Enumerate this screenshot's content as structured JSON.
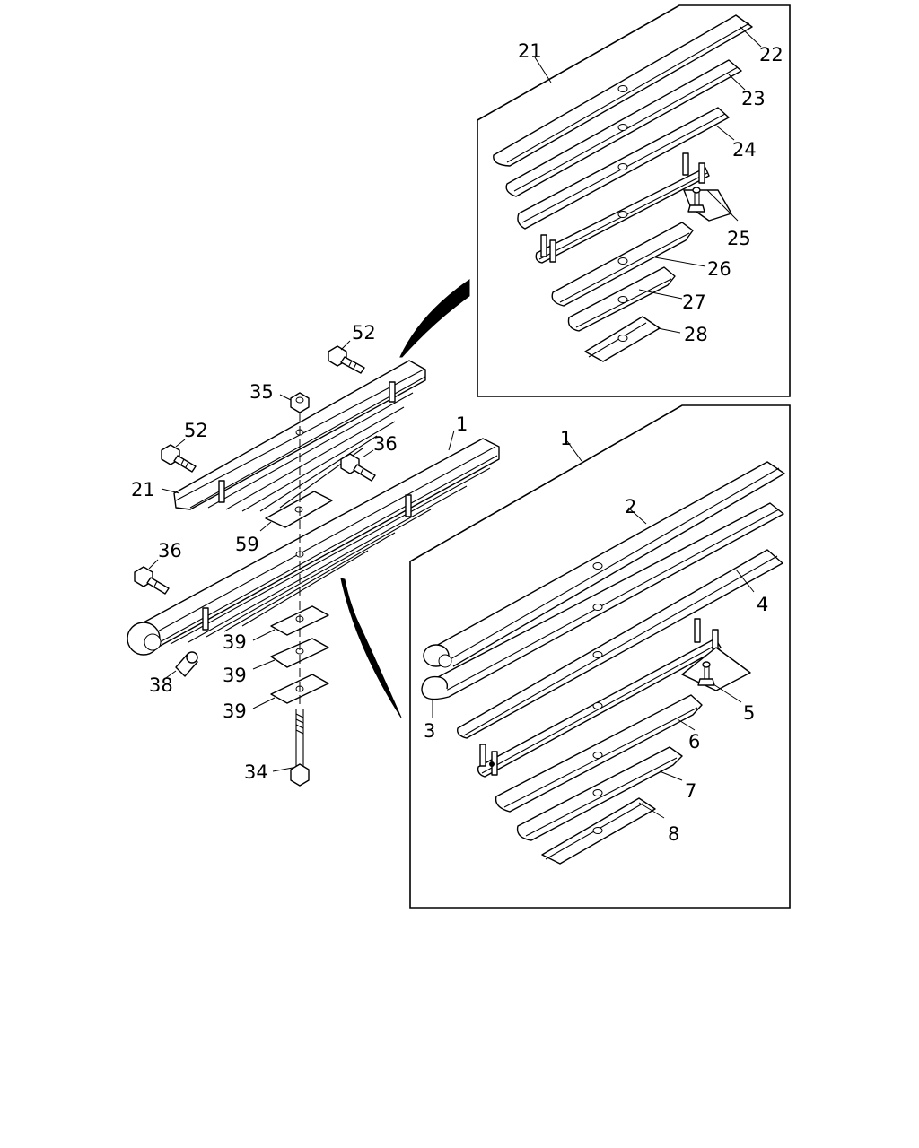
{
  "diagram": {
    "callouts": {
      "c1_main": "1",
      "c1_box": "1",
      "c2": "2",
      "c3": "3",
      "c4": "4",
      "c5": "5",
      "c6": "6",
      "c7": "7",
      "c8": "8",
      "c21_main": "21",
      "c21_box": "21",
      "c22": "22",
      "c23": "23",
      "c24": "24",
      "c25": "25",
      "c26": "26",
      "c27": "27",
      "c28": "28",
      "c34": "34",
      "c35": "35",
      "c36_a": "36",
      "c36_b": "36",
      "c38": "38",
      "c39_a": "39",
      "c39_b": "39",
      "c39_c": "39",
      "c52_a": "52",
      "c52_b": "52",
      "c59": "59"
    }
  }
}
